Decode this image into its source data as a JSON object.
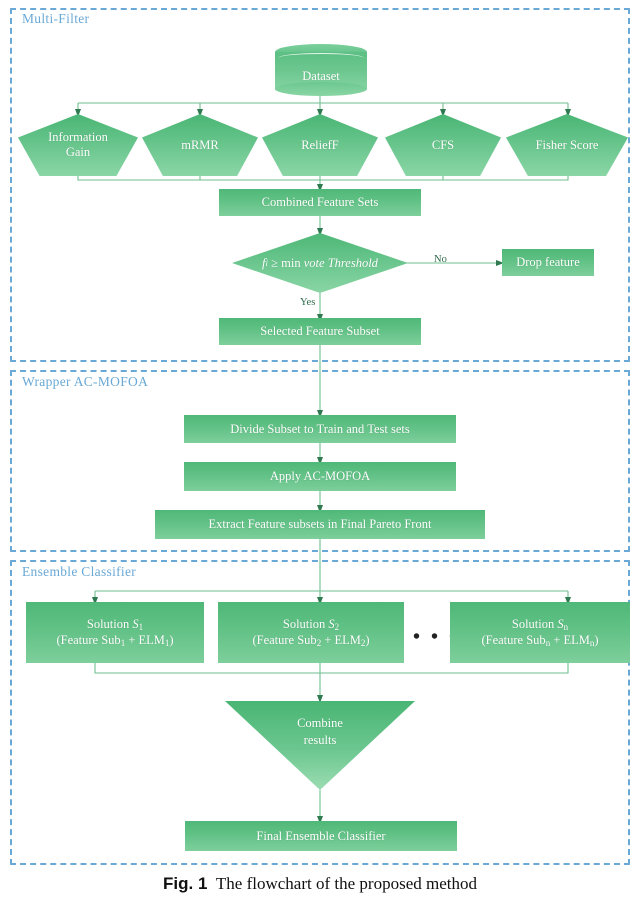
{
  "figure": {
    "caption_prefix": "Fig. 1",
    "caption_text": "The flowchart of the proposed method"
  },
  "colors": {
    "node_green": "#63c287",
    "node_green_dark": "#49b574",
    "node_green_light": "#8bd6a6",
    "section_border_blue": "#6aa9d6",
    "section_label_blue": "#6aa9d6",
    "connector_green": "#3e8f63",
    "text_white": "#ffffff",
    "edge_label_green": "#2f6b4a"
  },
  "sections": [
    {
      "id": "multi-filter",
      "label": "Multi-Filter"
    },
    {
      "id": "wrapper",
      "label": "Wrapper AC-MOFOA"
    },
    {
      "id": "ensemble",
      "label": "Ensemble Classifier"
    }
  ],
  "multi_filter": {
    "dataset": {
      "label": "Dataset",
      "shape": "cylinder"
    },
    "filters": [
      {
        "label": "Information Gain",
        "line1": "Information",
        "line2": "Gain",
        "shape": "pentagon"
      },
      {
        "label": "mRMR",
        "line1": "mRMR",
        "line2": "",
        "shape": "pentagon"
      },
      {
        "label": "ReliefF",
        "line1": "ReliefF",
        "line2": "",
        "shape": "pentagon"
      },
      {
        "label": "CFS",
        "line1": "CFS",
        "line2": "",
        "shape": "pentagon"
      },
      {
        "label": "Fisher Score",
        "line1": "Fisher Score",
        "line2": "",
        "shape": "pentagon"
      }
    ],
    "combined": {
      "label": "Combined Feature Sets",
      "shape": "rect"
    },
    "decision": {
      "shape": "diamond",
      "label": "fi ≥ min vote Threshold",
      "symbol": "f",
      "symbol_sub": "i",
      "operator": "≥",
      "rest_plain": "min",
      "rest_italic": "vote Threshold"
    },
    "decision_yes_label": "Yes",
    "decision_no_label": "No",
    "drop": {
      "label": "Drop feature",
      "shape": "rect"
    },
    "selected": {
      "label": "Selected Feature Subset",
      "shape": "rect"
    }
  },
  "wrapper": {
    "steps": [
      {
        "label": "Divide Subset to Train and Test sets",
        "shape": "rect"
      },
      {
        "label": "Apply AC-MOFOA",
        "shape": "rect"
      },
      {
        "label": "Extract Feature subsets in Final Pareto Front",
        "shape": "rect"
      }
    ]
  },
  "ensemble": {
    "solutions": [
      {
        "title_plain": "Solution ",
        "title_italic": "S",
        "title_sub": "1",
        "detail_prefix": "(Feature Sub",
        "detail_sub1": "1",
        "detail_op": " + ELM",
        "detail_sub2": "1",
        "detail_suffix": ")",
        "shape": "rect"
      },
      {
        "title_plain": "Solution ",
        "title_italic": "S",
        "title_sub": "2",
        "detail_prefix": "(Feature Sub",
        "detail_sub1": "2",
        "detail_op": " + ELM",
        "detail_sub2": "2",
        "detail_suffix": ")",
        "shape": "rect"
      },
      {
        "title_plain": "Solution ",
        "title_italic": "S",
        "title_sub": "n",
        "detail_prefix": "(Feature Sub",
        "detail_sub1": "n",
        "detail_op": " + ELM",
        "detail_sub2": "n",
        "detail_suffix": ")",
        "shape": "rect"
      }
    ],
    "ellipsis": "• • •",
    "combine": {
      "line1": "Combine",
      "line2": "results",
      "shape": "triangle"
    },
    "final": {
      "label": "Final Ensemble Classifier",
      "shape": "rect"
    }
  }
}
